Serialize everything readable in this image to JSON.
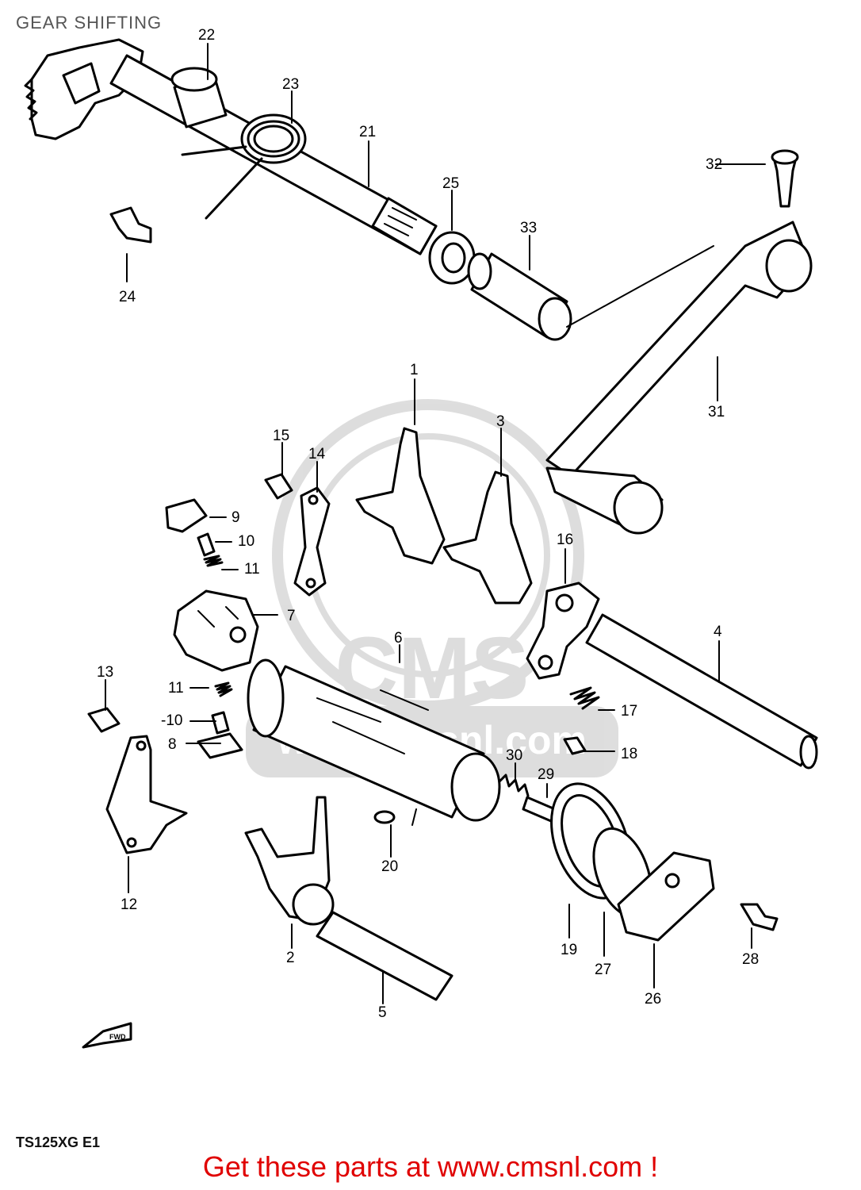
{
  "title": "GEAR SHIFTING",
  "model_code": "TS125XG E1",
  "cta": "Get these parts at www.cmsnl.com !",
  "watermark": "CMS",
  "watermark_url": "www.cmsnl.com",
  "direction_label": "FWD",
  "colors": {
    "cta": "#e00000",
    "watermark": "#d8d8d8",
    "ink": "#000000"
  },
  "callouts": {
    "c1": "1",
    "c2": "2",
    "c3": "3",
    "c4": "4",
    "c5": "5",
    "c6": "6",
    "c7": "7",
    "c8": "8",
    "c9": "9",
    "c10a": "10",
    "c10b": "-10",
    "c11a": "11",
    "c11b": "11",
    "c12": "12",
    "c13": "13",
    "c14": "14",
    "c15": "15",
    "c16": "16",
    "c17": "17",
    "c18": "18",
    "c19": "19",
    "c20": "20",
    "c21": "21",
    "c22": "22",
    "c23": "23",
    "c24": "24",
    "c25": "25",
    "c26": "26",
    "c27": "27",
    "c28": "28",
    "c29": "29",
    "c30": "30",
    "c31": "31",
    "c32": "32",
    "c33": "33"
  }
}
